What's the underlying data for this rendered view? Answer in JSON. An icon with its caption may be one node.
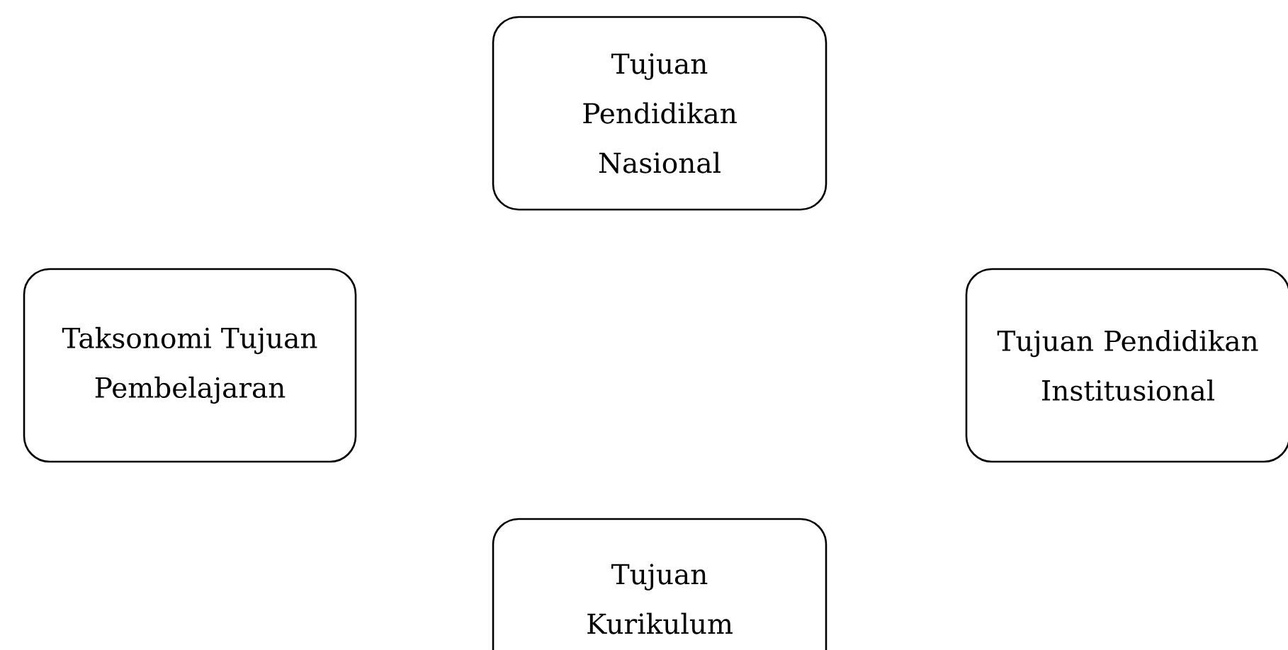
{
  "diagram": {
    "nodes": [
      {
        "text": [
          "Tujuan Pendidikan Nasional"
        ]
      },
      {
        "text": [
          "Taksonomi Tujuan Pembelajaran"
        ]
      },
      {
        "text": [
          "Tujuan Pendidikan Institusional"
        ]
      },
      {
        "text": [
          "Tujuan Kurikulum"
        ]
      }
    ]
  }
}
